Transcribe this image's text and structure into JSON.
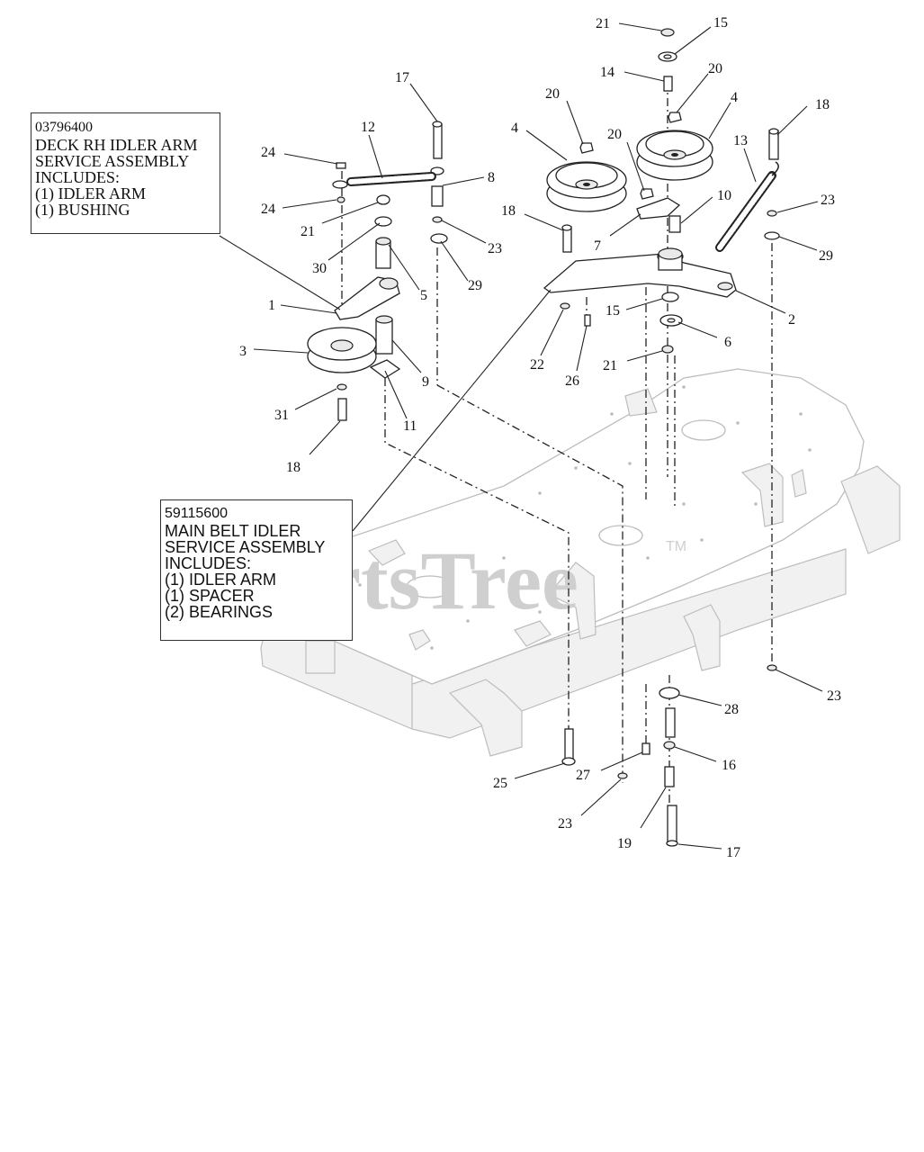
{
  "watermark": "PartsTree",
  "trademark": "TM",
  "boxes": {
    "rh_idler": {
      "part_number": "03796400",
      "lines": [
        "DECK RH IDLER ARM",
        "SERVICE ASSEMBLY",
        "INCLUDES:",
        "(1) IDLER ARM",
        "(1) BUSHING"
      ]
    },
    "main_belt": {
      "part_number": "59115600",
      "lines": [
        "MAIN BELT IDLER",
        "SERVICE ASSEMBLY",
        "INCLUDES:",
        "(1) IDLER ARM",
        "(1) SPACER",
        "(2) BEARINGS"
      ]
    }
  },
  "callouts": [
    {
      "id": "c21a",
      "text": "21"
    },
    {
      "id": "c15a",
      "text": "15"
    },
    {
      "id": "c14",
      "text": "14"
    },
    {
      "id": "c20a",
      "text": "20"
    },
    {
      "id": "c4a",
      "text": "4"
    },
    {
      "id": "c20b",
      "text": "20"
    },
    {
      "id": "c4b",
      "text": "4"
    },
    {
      "id": "c17a",
      "text": "17"
    },
    {
      "id": "c18a",
      "text": "18"
    },
    {
      "id": "c12",
      "text": "12"
    },
    {
      "id": "c20c",
      "text": "20"
    },
    {
      "id": "c13",
      "text": "13"
    },
    {
      "id": "c24a",
      "text": "24"
    },
    {
      "id": "c8",
      "text": "8"
    },
    {
      "id": "c10",
      "text": "10"
    },
    {
      "id": "c23a",
      "text": "23"
    },
    {
      "id": "c24b",
      "text": "24"
    },
    {
      "id": "c21b",
      "text": "21"
    },
    {
      "id": "c18b",
      "text": "18"
    },
    {
      "id": "c7",
      "text": "7"
    },
    {
      "id": "c23b",
      "text": "23"
    },
    {
      "id": "c30",
      "text": "30"
    },
    {
      "id": "c29a",
      "text": "29"
    },
    {
      "id": "c29b",
      "text": "29"
    },
    {
      "id": "c5",
      "text": "5"
    },
    {
      "id": "c1",
      "text": "1"
    },
    {
      "id": "c15b",
      "text": "15"
    },
    {
      "id": "c2",
      "text": "2"
    },
    {
      "id": "c6",
      "text": "6"
    },
    {
      "id": "c3",
      "text": "3"
    },
    {
      "id": "c22",
      "text": "22"
    },
    {
      "id": "c21c",
      "text": "21"
    },
    {
      "id": "c9",
      "text": "9"
    },
    {
      "id": "c26",
      "text": "26"
    },
    {
      "id": "c31",
      "text": "31"
    },
    {
      "id": "c11",
      "text": "11"
    },
    {
      "id": "c18c",
      "text": "18"
    },
    {
      "id": "c23c",
      "text": "23"
    },
    {
      "id": "c28",
      "text": "28"
    },
    {
      "id": "c16",
      "text": "16"
    },
    {
      "id": "c25",
      "text": "25"
    },
    {
      "id": "c27",
      "text": "27"
    },
    {
      "id": "c23d",
      "text": "23"
    },
    {
      "id": "c19",
      "text": "19"
    },
    {
      "id": "c17b",
      "text": "17"
    }
  ]
}
